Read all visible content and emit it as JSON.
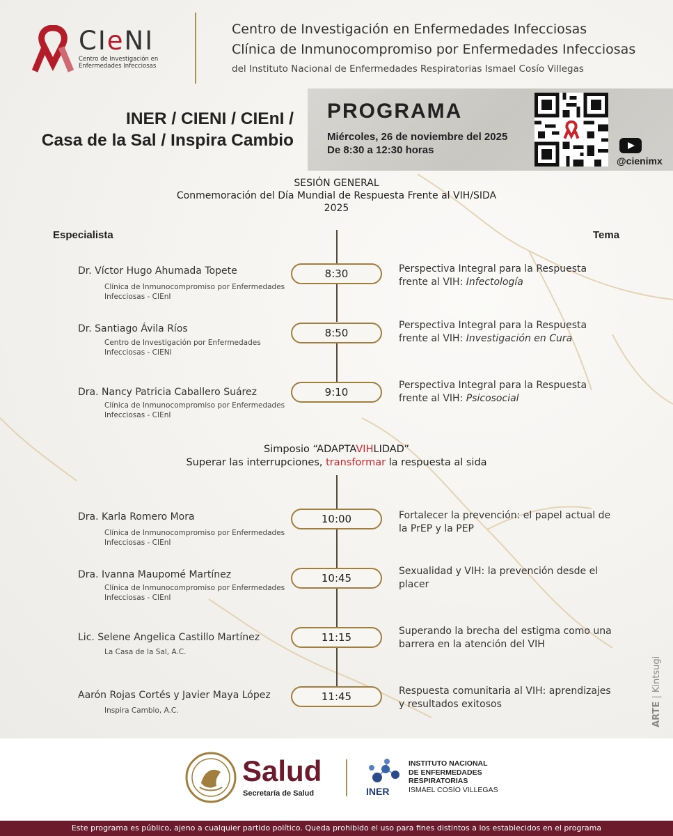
{
  "header": {
    "logo": {
      "name_prefix": "CI",
      "name_accent": "e",
      "name_suffix": "NI",
      "sub_line1": "Centro de Investigación en",
      "sub_line2": "Enfermedades Infecciosas"
    },
    "line1": "Centro de Investigación en Enfermedades Infecciosas",
    "line2": "Clínica de Inmunocompromiso por Enfermedades Infecciosas",
    "line3": "del Instituto Nacional de Enfermedades Respiratorias Ismael Cosío Villegas"
  },
  "organizers": {
    "line1": "INER / CIENI / CIEnI /",
    "line2": "Casa de la Sal / Inspira Cambio"
  },
  "programa": {
    "title": "PROGRAMA",
    "date": "Miércoles, 26 de noviembre del 2025",
    "hours": "De 8:30 a 12:30 horas",
    "social_handle": "@cienimx",
    "icons": [
      "qr-code-icon",
      "youtube-icon"
    ]
  },
  "session1": {
    "line1": "SESIÓN GENERAL",
    "line2": "Conmemoración del Día Mundial de Respuesta Frente al VIH/SIDA",
    "line3": "2025"
  },
  "columns": {
    "left": "Especialista",
    "right": "Tema"
  },
  "talks1": [
    {
      "time": "8:30",
      "speaker": "Dr. Víctor Hugo Ahumada Topete",
      "aff1": "Clínica de Inmunocompromiso por Enfermedades",
      "aff2": "Infecciosas - CIEnI",
      "topic1": "Perspectiva Integral para la Respuesta",
      "topic2_plain": "frente al VIH: ",
      "topic2_italic": "Infectología"
    },
    {
      "time": "8:50",
      "speaker": "Dr. Santiago Ávila Ríos",
      "aff1": "Centro de Investigación por Enfermedades",
      "aff2": "Infecciosas - CIENI",
      "topic1": "Perspectiva Integral para la Respuesta",
      "topic2_plain": "frente al VIH: ",
      "topic2_italic": "Investigación en Cura"
    },
    {
      "time": "9:10",
      "speaker": "Dra. Nancy Patricia Caballero Suárez",
      "aff1": "Clínica de Inmunocompromiso por Enfermedades",
      "aff2": "Infecciosas - CIEnI",
      "topic1": "Perspectiva Integral para la Respuesta",
      "topic2_plain": "frente al VIH: ",
      "topic2_italic": "Psicosocial"
    }
  ],
  "symposium": {
    "line1_a": "Simposio “ADAPTA",
    "line1_red": "VIH",
    "line1_b": "LIDAD”",
    "line2_a": "Superar las interrupciones, ",
    "line2_red": "transformar",
    "line2_b": " la respuesta al sida"
  },
  "talks2": [
    {
      "time": "10:00",
      "speaker": "Dra. Karla Romero Mora",
      "aff1": "Clínica de Inmunocompromiso por Enfermedades",
      "aff2": "Infecciosas - CIEnI",
      "topic1": "Fortalecer la prevención: el papel actual de",
      "topic2": "la PrEP y la PEP"
    },
    {
      "time": "10:45",
      "speaker": "Dra. Ivanna Maupomé Martínez",
      "aff1": "Clínica de Inmunocompromiso por Enfermedades",
      "aff2": "Infecciosas - CIEnI",
      "topic1": "Sexualidad y VIH: la prevención desde el",
      "topic2": "placer"
    },
    {
      "time": "11:15",
      "speaker": "Lic. Selene Angelica Castillo Martínez",
      "aff1": "La Casa de la Sal, A.C.",
      "aff2": "",
      "topic1": "Superando la brecha del estigma como una",
      "topic2": "barrera en la atención del VIH"
    },
    {
      "time": "11:45",
      "speaker": "Aarón Rojas Cortés y Javier Maya López",
      "aff1": "Inspira Cambio, A.C.",
      "aff2": "",
      "topic1": "Respuesta comunitaria al VIH: aprendizajes",
      "topic2": "y resultados exitosos"
    }
  ],
  "side_credit": {
    "label": "ARTE",
    "artist": "Kintsugi"
  },
  "footer": {
    "salud": "Salud",
    "salud_sub": "Secretaría de Salud",
    "iner_line1": "INSTITUTO NACIONAL",
    "iner_line2": "DE ENFERMEDADES",
    "iner_line3": "RESPIRATORIAS",
    "iner_line4": "ISMAEL COSÍO VILLEGAS",
    "iner_label": "INER",
    "disclaimer": "Este programa es público, ajeno a cualquier partido político. Queda prohibido el uso para fines distintos a los establecidos en el programa"
  },
  "colors": {
    "accent_gold": "#a07e3e",
    "brand_maroon": "#6b1b2b",
    "highlight_red": "#c8262c"
  }
}
